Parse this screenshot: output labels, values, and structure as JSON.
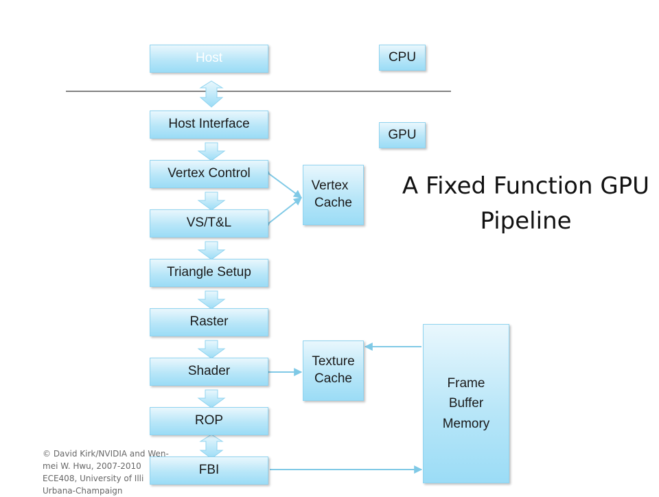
{
  "pipeline": {
    "host": "Host",
    "host_interface": "Host Interface",
    "vertex_control": "Vertex Control",
    "vst_l": "VS/T&L",
    "triangle_setup": "Triangle Setup",
    "raster": "Raster",
    "shader": "Shader",
    "rop": "ROP",
    "fbi": "FBI"
  },
  "labels": {
    "cpu": "CPU",
    "gpu": "GPU"
  },
  "caches": {
    "vertex_cache_line1": "Vertex",
    "vertex_cache_line2": "Cache",
    "texture_cache_line1": "Texture",
    "texture_cache_line2": "Cache"
  },
  "frame_buffer": {
    "line1": "Frame",
    "line2": "Buffer",
    "line3": "Memory"
  },
  "title": {
    "line1": "A Fixed Function GPU",
    "line2": "Pipeline"
  },
  "footer": {
    "line1": "© David Kirk/NVIDIA and Wen-",
    "line2": "mei W. Hwu, 2007-2010",
    "line3": "ECE408, University of Illi",
    "line4": "Urbana-Champaign"
  },
  "colors": {
    "box_fill": "#b8e6f8",
    "box_border": "#8fd3ef",
    "connector": "#7fc9e6",
    "divider": "#000000"
  }
}
